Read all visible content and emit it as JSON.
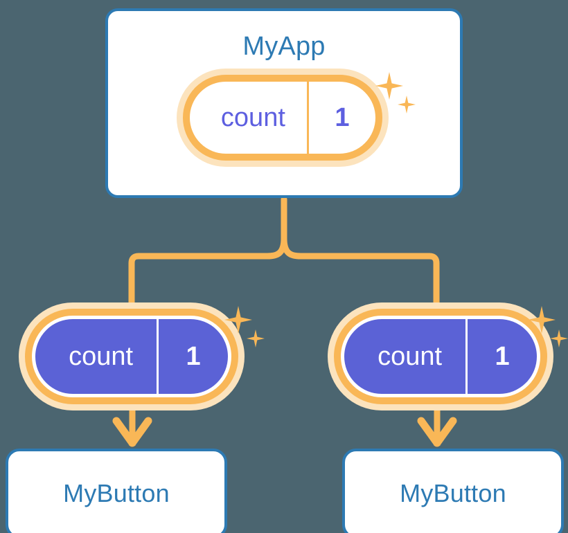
{
  "diagram": {
    "type": "component-state-tree",
    "background_color": "#4b6570",
    "accent_orange": "#f9b757",
    "accent_orange_pale": "#fce3bd",
    "accent_blue": "#2d7ab3",
    "accent_purple": "#5b62d6"
  },
  "app": {
    "title": "MyApp",
    "state": {
      "key": "count",
      "value": "1"
    }
  },
  "shared_state": [
    {
      "key": "count",
      "value": "1"
    },
    {
      "key": "count",
      "value": "1"
    }
  ],
  "buttons": [
    {
      "title": "MyButton"
    },
    {
      "title": "MyButton"
    }
  ],
  "icons": {
    "sparkle_large": "sparkle-icon",
    "sparkle_small": "sparkle-small-icon",
    "arrow_down": "arrow-down-icon",
    "branch": "branch-connector-icon"
  }
}
